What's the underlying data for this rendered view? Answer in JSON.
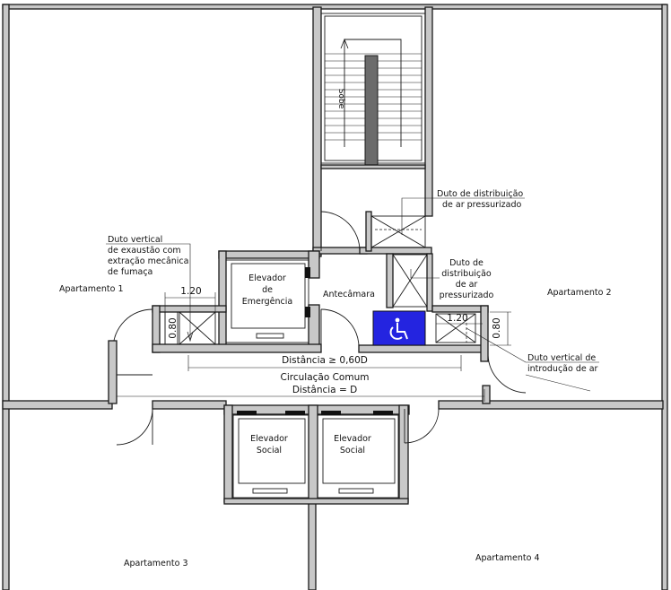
{
  "rooms": {
    "apt1": "Apartamento 1",
    "apt2": "Apartamento 2",
    "apt3": "Apartamento 3",
    "apt4": "Apartamento 4",
    "antecamara": "Antecâmara",
    "circulacao": "Circulação Comum"
  },
  "elevators": {
    "emergency": [
      "Elevador",
      "de",
      "Emergência"
    ],
    "social_left": [
      "Elevador",
      "Social"
    ],
    "social_right": [
      "Elevador",
      "Social"
    ]
  },
  "stairs": {
    "label": "Sobe"
  },
  "dimensions": {
    "dist_min": "Distância  ≥ 0,60D",
    "dist_d": "Distância = D",
    "w_left": "1.20",
    "h_left": "0.80",
    "w_right": "1.20",
    "h_right": "0.80"
  },
  "annotations": {
    "exhaust": [
      "Duto vertical",
      "de exaustão com",
      "extração mecânica",
      "de fumaça"
    ],
    "dist_air_top": [
      "Duto de distribuição",
      "de ar pressurizado"
    ],
    "dist_air_mid": [
      "Duto de",
      "distribuição",
      "de ar",
      "pressurizado"
    ],
    "intake": [
      "Duto vertical de",
      "introdução de ar"
    ]
  },
  "icons": {
    "accessibility": "wheelchair-icon"
  },
  "colors": {
    "accessible_area": "#2424e0",
    "wall_fill": "#c8c8c8"
  }
}
